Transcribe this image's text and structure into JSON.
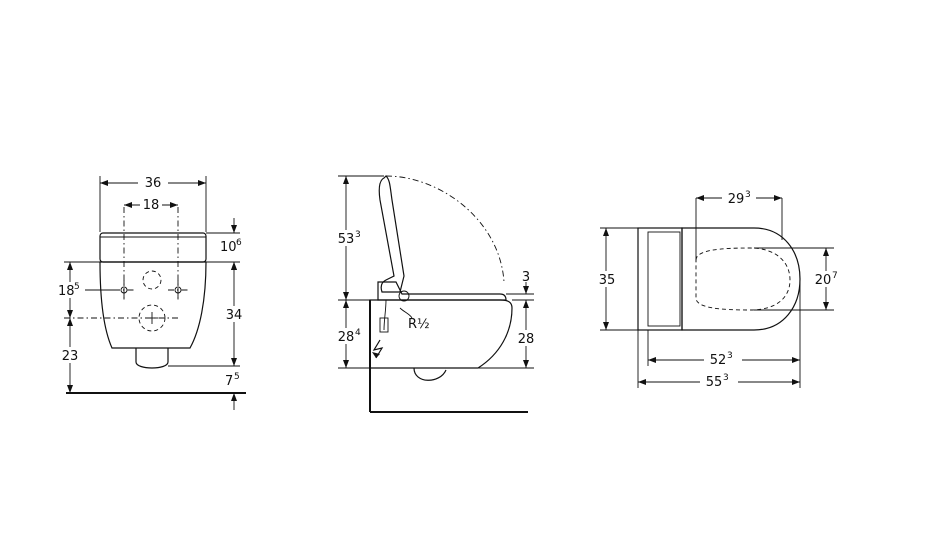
{
  "front_view": {
    "width_outer": "36",
    "width_inner": "18",
    "top_height": "10",
    "top_height_sup": "6",
    "upper_offset": "18",
    "upper_offset_sup": "5",
    "body_height": "34",
    "floor_offset": "23",
    "bottom_gap": "7",
    "bottom_gap_sup": "5"
  },
  "side_view": {
    "lid_height": "53",
    "lid_height_sup": "3",
    "seat_gap": "3",
    "wall_height_left": "28",
    "wall_height_left_sup": "4",
    "wall_height_right": "28",
    "pipe_label": "R½"
  },
  "top_view": {
    "inner_width": "29",
    "inner_width_sup": "3",
    "depth": "35",
    "seat_width": "20",
    "seat_width_sup": "7",
    "length_inner": "52",
    "length_inner_sup": "3",
    "length_outer": "55",
    "length_outer_sup": "3"
  }
}
